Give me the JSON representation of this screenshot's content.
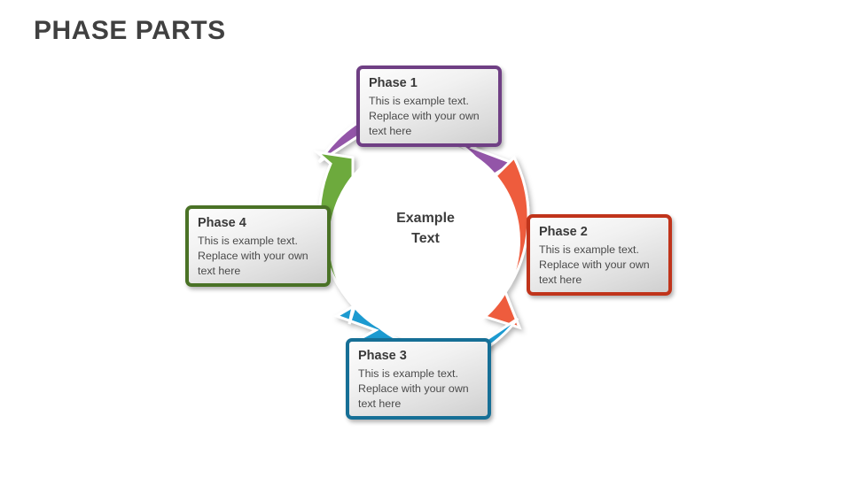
{
  "slide": {
    "title": "PHASE PARTS",
    "background_color": "#FFFFFF",
    "title_color": "#404040"
  },
  "center": {
    "line1": "Example",
    "line2": "Text"
  },
  "diagram": {
    "type": "cycle-arrow-ring",
    "segment_count": 4,
    "ring_colors": {
      "phase_1": "#9355A8",
      "phase_2": "#EE5C3C",
      "phase_3": "#1D9AD0",
      "phase_4": "#6DAA3C"
    },
    "border_colors": {
      "phase_1": "#6F3F84",
      "phase_2": "#C0341B",
      "phase_3": "#166F96",
      "phase_4": "#4A7226"
    }
  },
  "callouts": [
    {
      "id": "phase-1",
      "title": "Phase 1",
      "body": "This is example text. Replace with your own text here",
      "accent": "#9355A8",
      "border": "#6F3F84",
      "position": "top"
    },
    {
      "id": "phase-2",
      "title": "Phase 2",
      "body": "This is example text. Replace with your own text here",
      "accent": "#EE5C3C",
      "border": "#C0341B",
      "position": "right"
    },
    {
      "id": "phase-3",
      "title": "Phase 3",
      "body": "This is example text. Replace with your own text here",
      "accent": "#1D9AD0",
      "border": "#166F96",
      "position": "bottom"
    },
    {
      "id": "phase-4",
      "title": "Phase 4",
      "body": "This is example text. Replace with your own text here",
      "accent": "#6DAA3C",
      "border": "#4A7226",
      "position": "left"
    }
  ]
}
